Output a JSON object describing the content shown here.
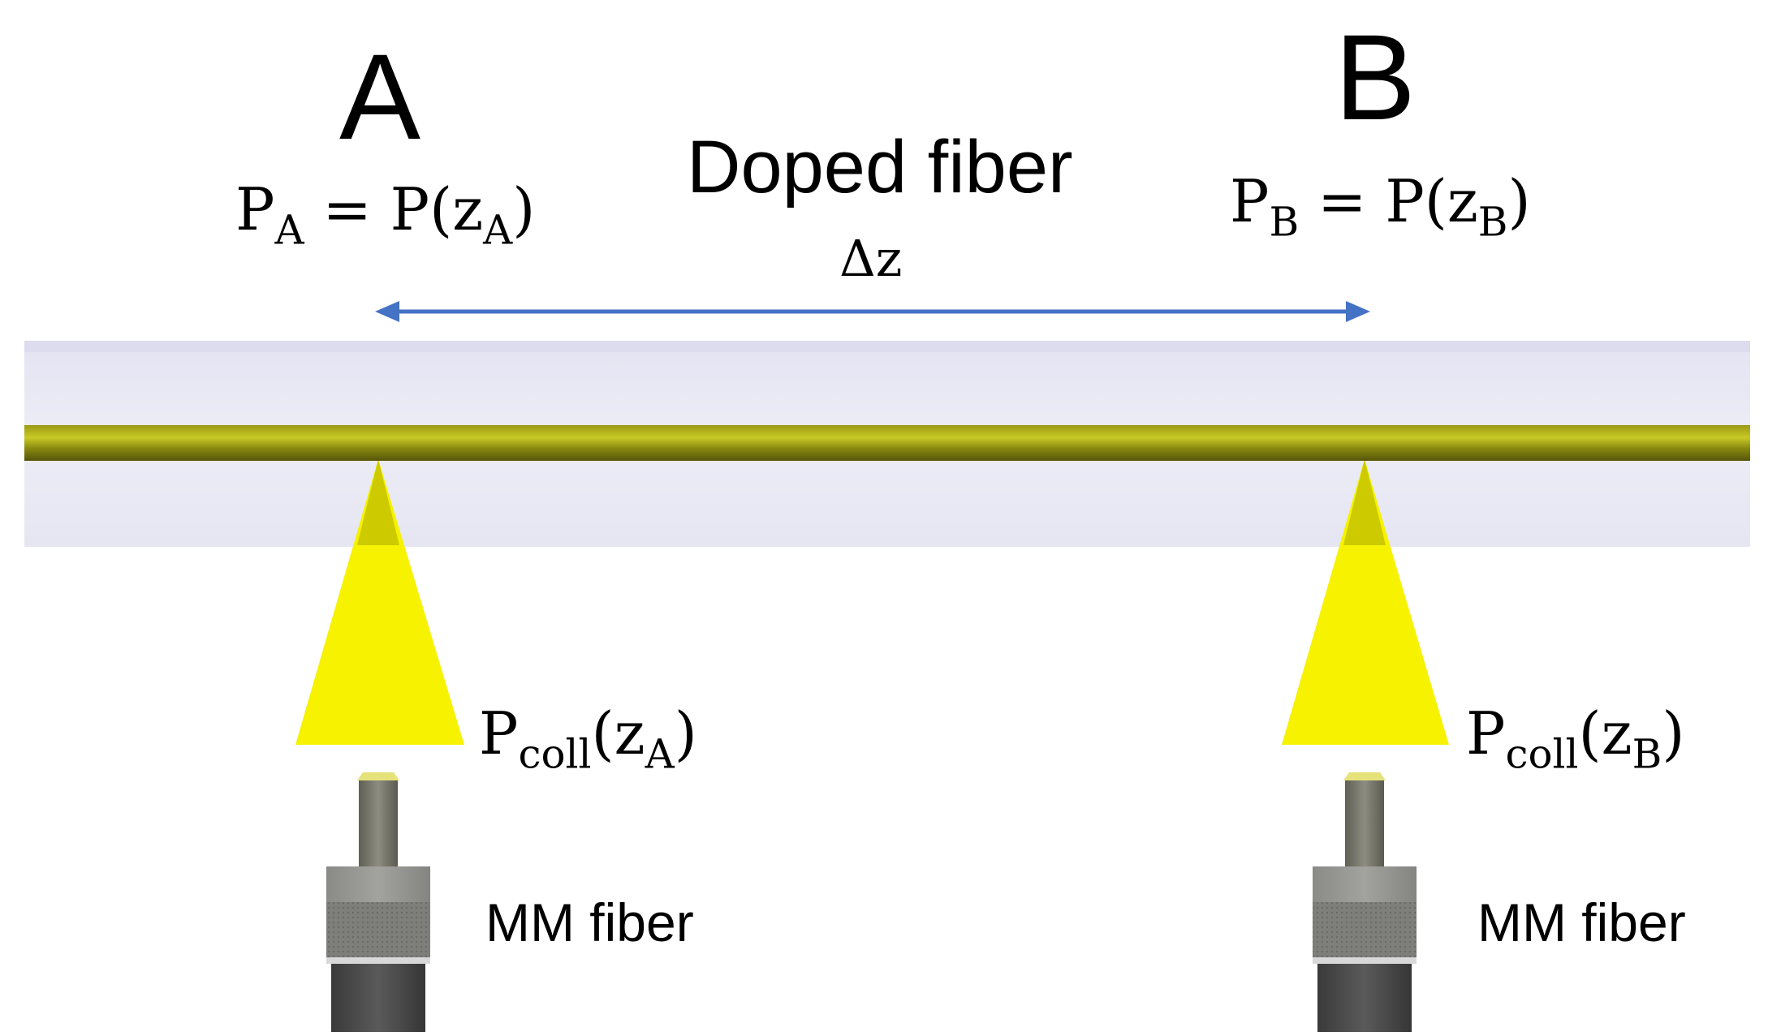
{
  "labels": {
    "point_a": "A",
    "point_b": "B",
    "doped_fiber": "Doped fiber",
    "delta_z": "Δz",
    "mm_fiber_a": "MM fiber",
    "mm_fiber_b": "MM fiber"
  },
  "equations": {
    "pa": {
      "p": "P",
      "sub": "A",
      "eq": " = ",
      "func": "P(z",
      "arg_sub": "A",
      "close": ")"
    },
    "pb": {
      "p": "P",
      "sub": "B",
      "eq": " = ",
      "func": "P(z",
      "arg_sub": "B",
      "close": ")"
    }
  },
  "collected": {
    "a": {
      "p": "P",
      "sub": "coll",
      "func": "(z",
      "arg_sub": "A",
      "close": ")"
    },
    "b": {
      "p": "P",
      "sub": "coll",
      "func": "(z",
      "arg_sub": "B",
      "close": ")"
    }
  },
  "colors": {
    "arrow": "#4472c4",
    "core": "#9a9a16",
    "cladding": "#e6e6f3",
    "emission": "#f6f200",
    "connector_boot": "#3a3a3a"
  }
}
